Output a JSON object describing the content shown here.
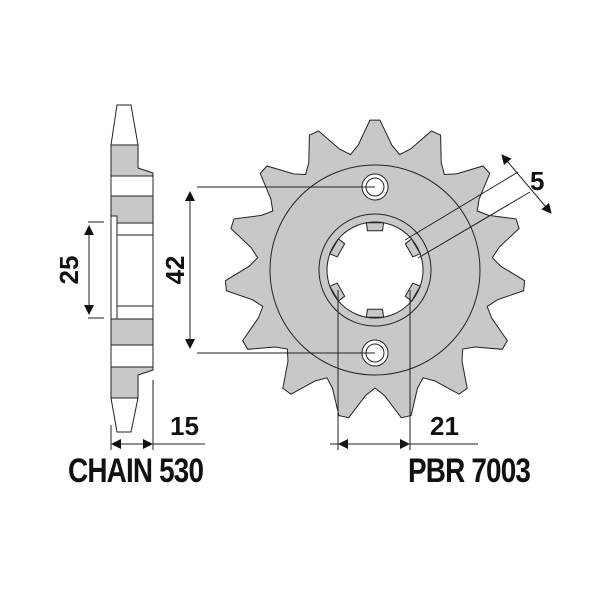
{
  "diagram": {
    "type": "technical-drawing",
    "subject": "front sprocket",
    "teeth_count": 15,
    "colors": {
      "fill": "#c8c8c8",
      "stroke": "#222222",
      "background": "#ffffff"
    },
    "dimensions": {
      "side_bore": "25",
      "bolt_spacing": "42",
      "tooth_width": "5",
      "side_thickness": "15",
      "spline_width": "21"
    },
    "labels": {
      "chain": "CHAIN 530",
      "part_number": "PBR 7003"
    }
  }
}
